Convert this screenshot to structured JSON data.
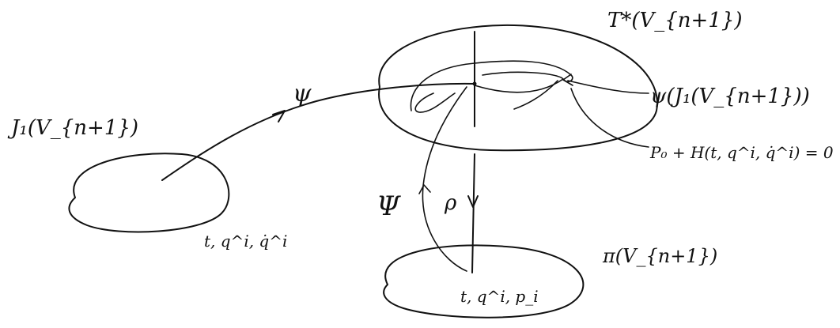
{
  "diagram": {
    "labels": {
      "jet_space": "J₁(V_{n+1})",
      "jet_coords": "t, q^i, q̇^i",
      "cotangent_bundle": "T*(V_{n+1})",
      "image_of_psi": "ψ(J₁(V_{n+1}))",
      "constraint": "P₀ + H(t, q^i, q̇^i) = 0",
      "phase_space": "π(V_{n+1})",
      "phase_coords": "t, q^i, p_i",
      "map_psi": "ψ",
      "map_Psi": "Ψ",
      "map_rho": "ρ"
    }
  }
}
